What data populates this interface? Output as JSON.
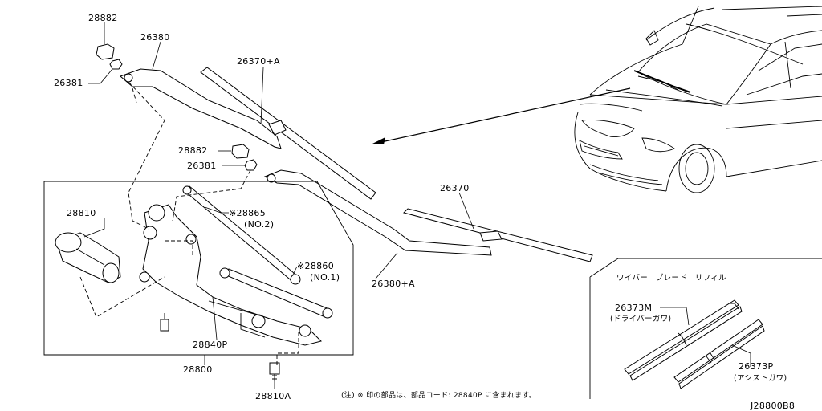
{
  "labels": {
    "p28882_top": "28882",
    "p26380": "26380",
    "p26381_top": "26381",
    "p26370a": "26370+A",
    "p28882_mid": "28882",
    "p26381_mid": "26381",
    "p28810": "28810",
    "p28865": "※28865",
    "p28865_sub": "(NO.2)",
    "p26370": "26370",
    "p28860": "※28860",
    "p28860_sub": "(NO.1)",
    "p26380a": "26380+A",
    "p28840p": "28840P",
    "p28800": "28800",
    "p28810a": "28810A",
    "refill_title": "ワイパー　ブレード　リフィル",
    "p26373m": "26373M",
    "p26373m_sub": "(ドライバーガワ)",
    "p26373p": "26373P",
    "p26373p_sub": "(アシストガワ)",
    "footnote": "(注) ※ 印の部品は、部品コード: 28840P に含まれます。",
    "diagram_code": "J28800B8"
  },
  "colors": {
    "line": "#000000",
    "background": "#ffffff"
  }
}
